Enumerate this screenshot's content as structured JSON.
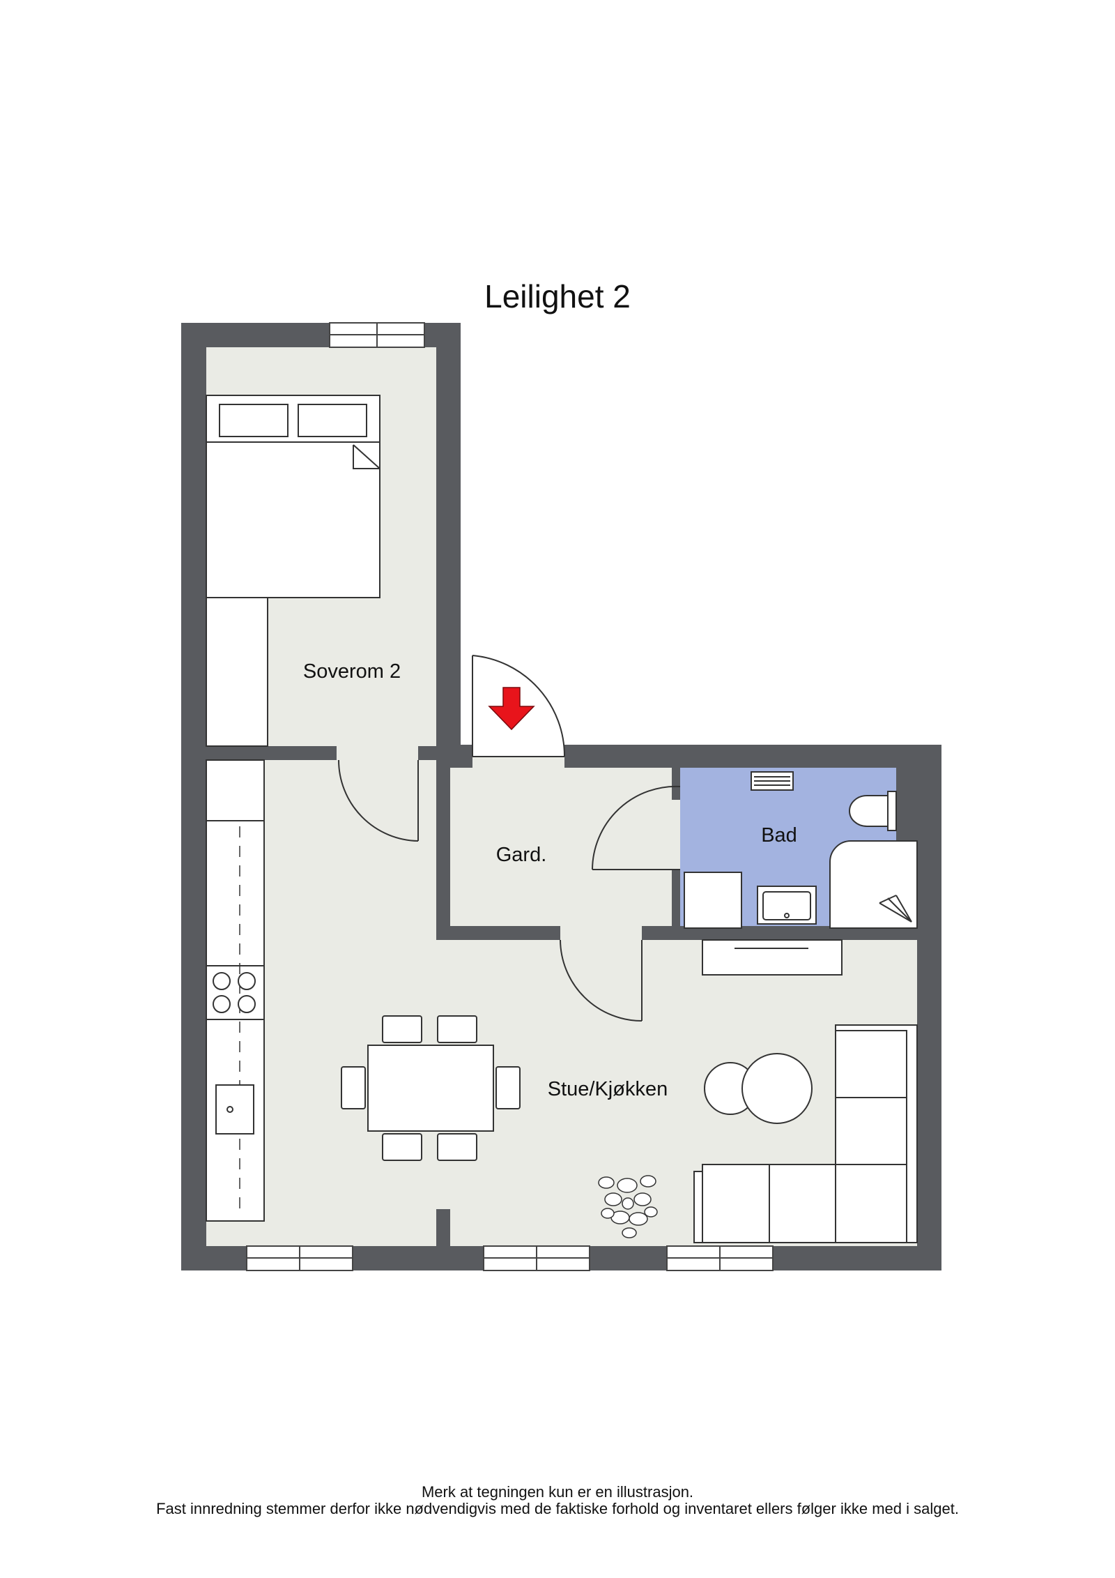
{
  "title": "Leilighet 2",
  "rooms": {
    "soverom": "Soverom 2",
    "gard": "Gard.",
    "bad": "Bad",
    "stue": "Stue/Kjøkken"
  },
  "disclaimer": {
    "line1": "Merk at tegningen kun er en illustrasjon.",
    "line2": "Fast innredning stemmer derfor ikke nødvendigvis med de faktiske forhold og inventaret ellers følger ikke med i salget."
  },
  "colors": {
    "wall": "#595b5f",
    "floor": "#eaebe5",
    "bathroom": "#a3b3e0",
    "entrance_arrow": "#e8141b"
  },
  "icons": [
    "entrance-arrow-icon"
  ]
}
